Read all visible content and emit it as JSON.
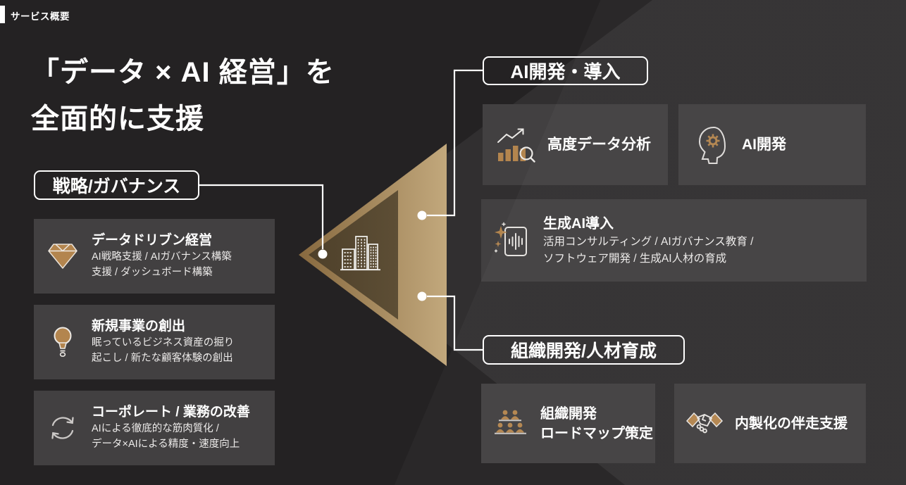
{
  "page": {
    "header": "サービス概要",
    "title_line1": "「データ × AI 経営」を",
    "title_line2": "全面的に支援"
  },
  "colors": {
    "background": "#312f30",
    "background_dark": "#242223",
    "card_background": "#424041",
    "accent_gold": "#b3854e",
    "triangle_gold_light": "#c2a87c",
    "triangle_gold_deep": "#87693f",
    "triangle_inner_brown": "#564732",
    "connector_white": "#ffffff"
  },
  "sections": {
    "strategy": {
      "label": "戦略/ガバナンス",
      "cards": [
        {
          "icon": "gem-icon",
          "title": "データドリブン経営",
          "desc1": "AI戦略支援 / AIガバナンス構築",
          "desc2": "支援 / ダッシュボード構築"
        },
        {
          "icon": "lightbulb-icon",
          "title": "新規事業の創出",
          "desc1": "眠っているビジネス資産の掘り",
          "desc2": "起こし / 新たな顧客体験の創出"
        },
        {
          "icon": "refresh-icon",
          "title": "コーポレート / 業務の改善",
          "desc1": "AIによる徹底的な筋肉質化 /",
          "desc2": "データ×AIによる精度・速度向上"
        }
      ]
    },
    "ai": {
      "label": "AI開発・導入",
      "cards": [
        {
          "icon": "bar-chart-magnifier-icon",
          "title": "高度データ分析"
        },
        {
          "icon": "head-gear-icon",
          "title": "AI開発"
        },
        {
          "icon": "sparkle-document-icon",
          "title": "生成AI導入",
          "desc1": "活用コンサルティング / AIガバナンス教育 /",
          "desc2": "ソフトウェア開発 / 生成AI人材の育成"
        }
      ]
    },
    "org": {
      "label": "組織開発/人材育成",
      "cards": [
        {
          "icon": "people-group-icon",
          "title_line1": "組織開発",
          "title_line2": "ロードマップ策定"
        },
        {
          "icon": "handshake-icon",
          "title": "内製化の伴走支援"
        }
      ]
    },
    "center": {
      "icon": "office-building-icon"
    }
  }
}
